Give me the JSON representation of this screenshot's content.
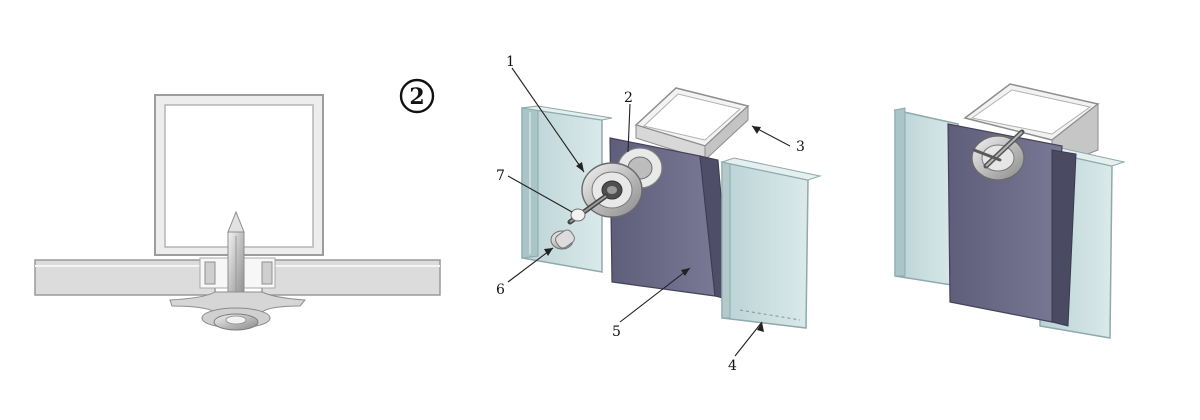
{
  "figure_number": "2",
  "callouts": [
    "1",
    "2",
    "3",
    "4",
    "5",
    "6",
    "7"
  ],
  "colors": {
    "frame_fill": "#ececec",
    "frame_stroke": "#9a9a9a",
    "glass_face": "#c9dee0",
    "glass_edge": "#9fb9bc",
    "gasket": "#6f6e8c",
    "gasket_dark": "#4a4963",
    "metal": "#c8c8c8"
  }
}
